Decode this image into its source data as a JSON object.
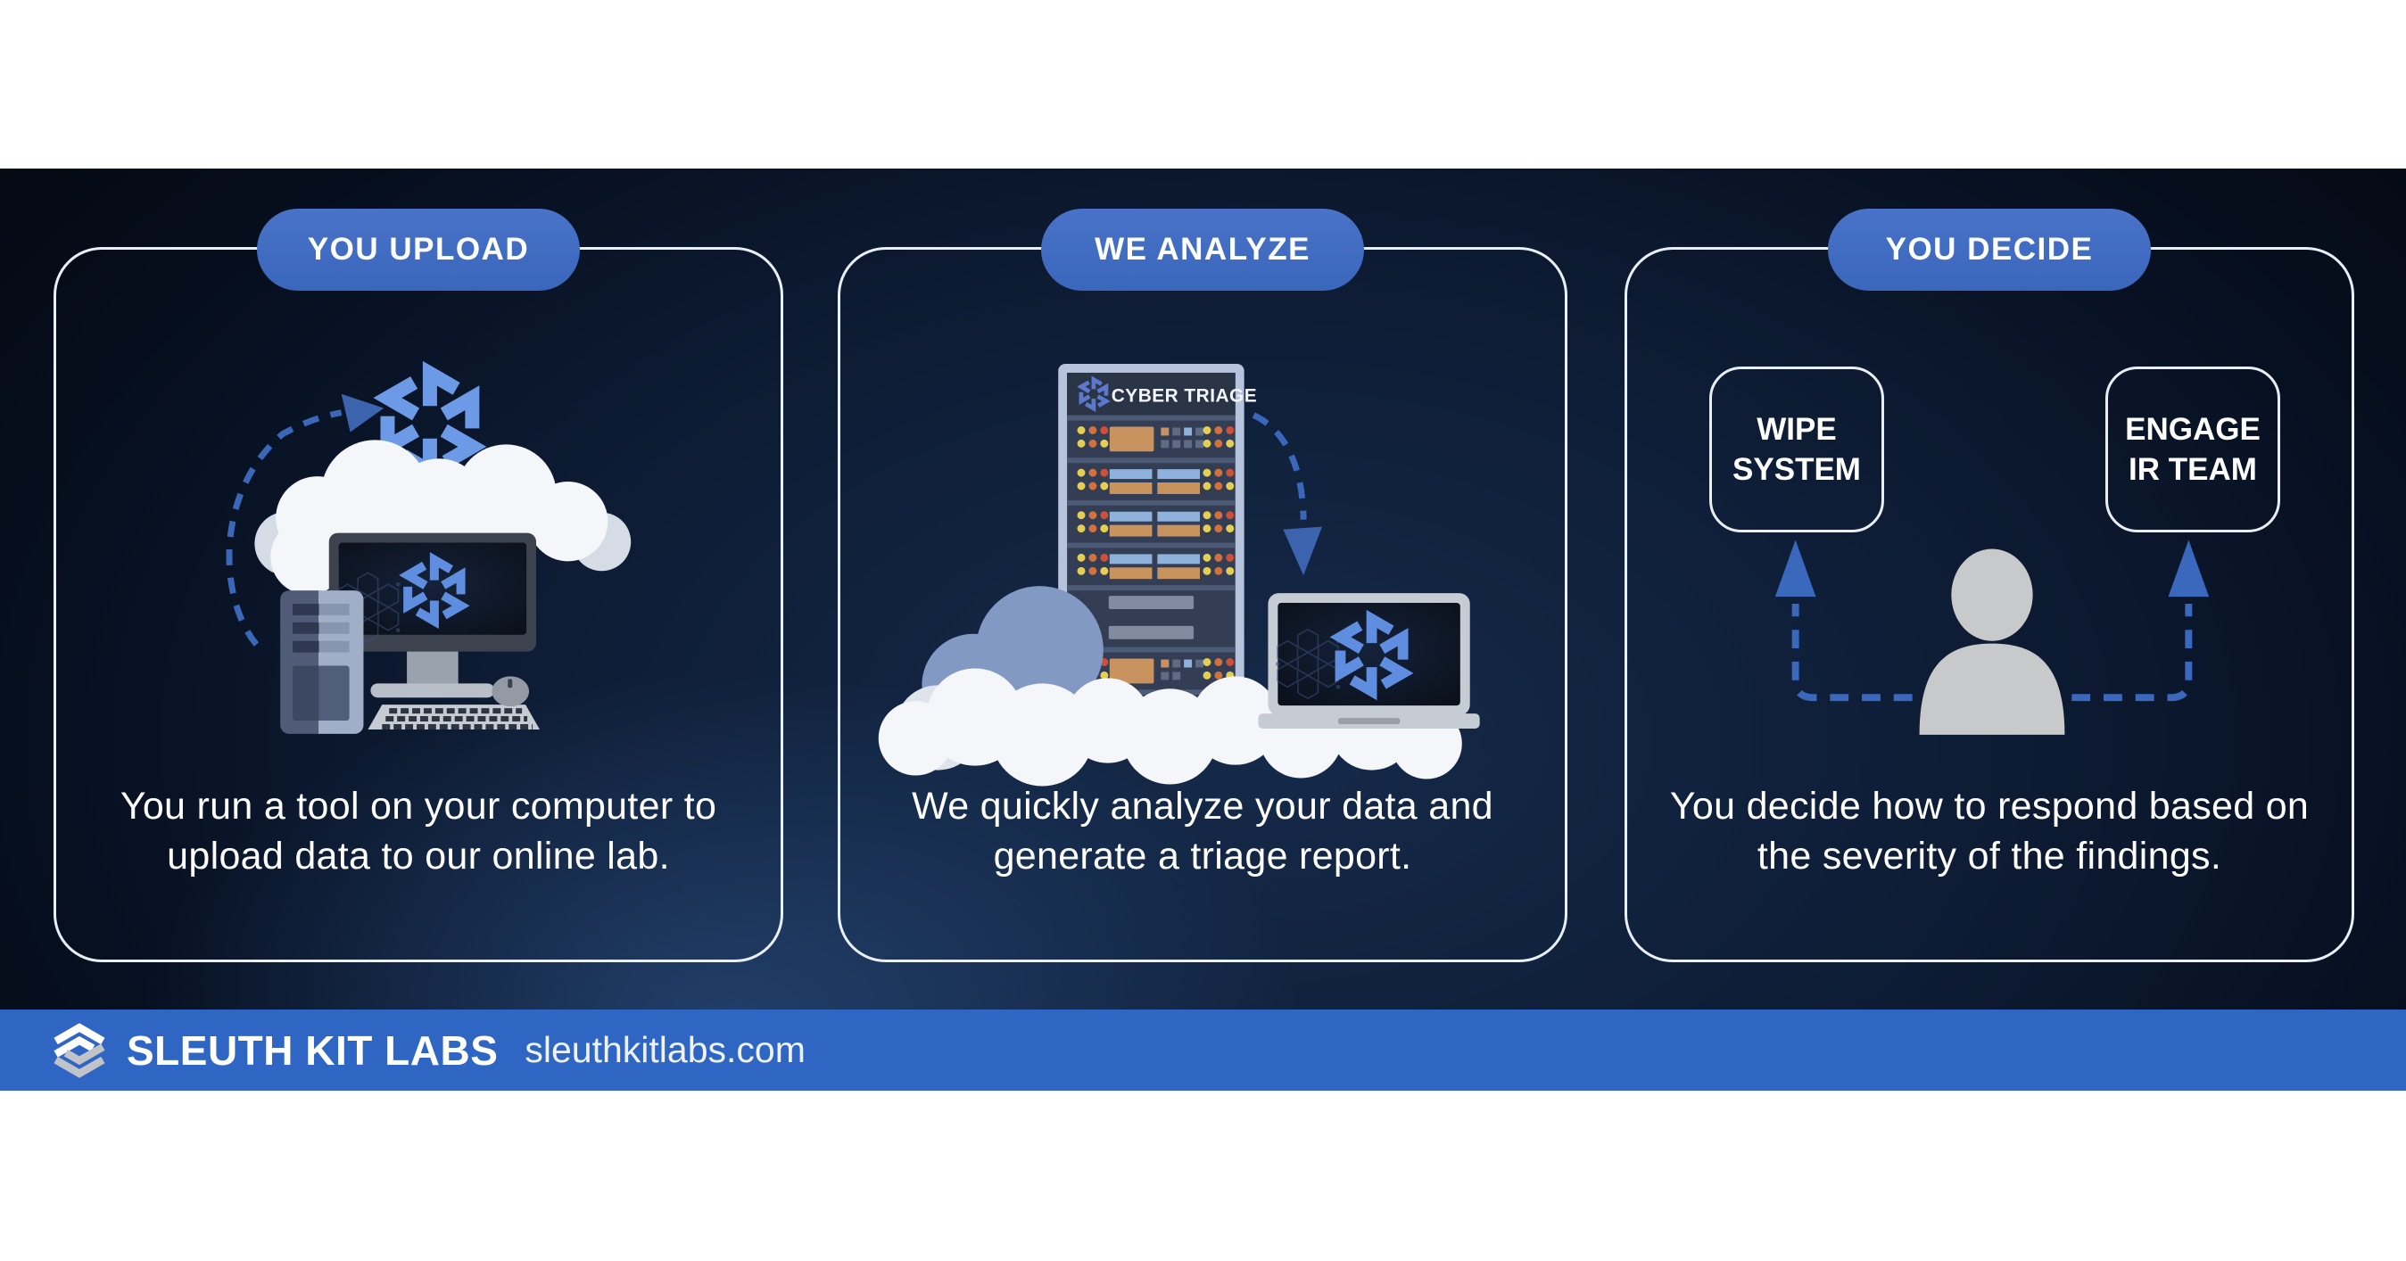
{
  "cards": [
    {
      "badge": "YOU UPLOAD",
      "caption_line1": "You run a tool on your computer to",
      "caption_line2": "upload data to our online lab.",
      "illustration": "desktop-computer-uploading-to-cloud-logo"
    },
    {
      "badge": "WE ANALYZE",
      "server_label": "CYBER TRIAGE",
      "caption_line1": "We quickly analyze your data and",
      "caption_line2": "generate a triage report.",
      "illustration": "cloud-server-rack-sending-report-to-laptop"
    },
    {
      "badge": "YOU DECIDE",
      "decisions": [
        {
          "line1": "WIPE",
          "line2": "SYSTEM"
        },
        {
          "line1": "ENGAGE",
          "line2": "IR TEAM"
        }
      ],
      "caption_line1": "You decide how to respond based on",
      "caption_line2": "the severity of the findings.",
      "illustration": "person-choosing-between-two-responses"
    }
  ],
  "footer": {
    "brand": "SLEUTH KIT LABS",
    "website": "sleuthkitlabs.com"
  },
  "icons": {
    "cyber_triage_logo": "blue-pinwheel-asterisk",
    "upload_arrow": "dashed-curved-arrow-up",
    "analyze_arrow": "dashed-curved-arrow-down",
    "decision_arrows": "dashed-elbow-arrows-up",
    "brand_logo": "hexagonal-s-emblem"
  },
  "colors": {
    "accent_blue": "#3d6abe",
    "footer_blue": "#2f66c3",
    "arrow_blue": "#3a67b8",
    "logo_blue": "#6d9ae6",
    "card_border": "#e9eff6",
    "stage_dark": "#060d1b",
    "stage_glow": "#2a4e82",
    "cloud_white": "#f4f6f9",
    "person_gray": "#c7c9cb"
  }
}
